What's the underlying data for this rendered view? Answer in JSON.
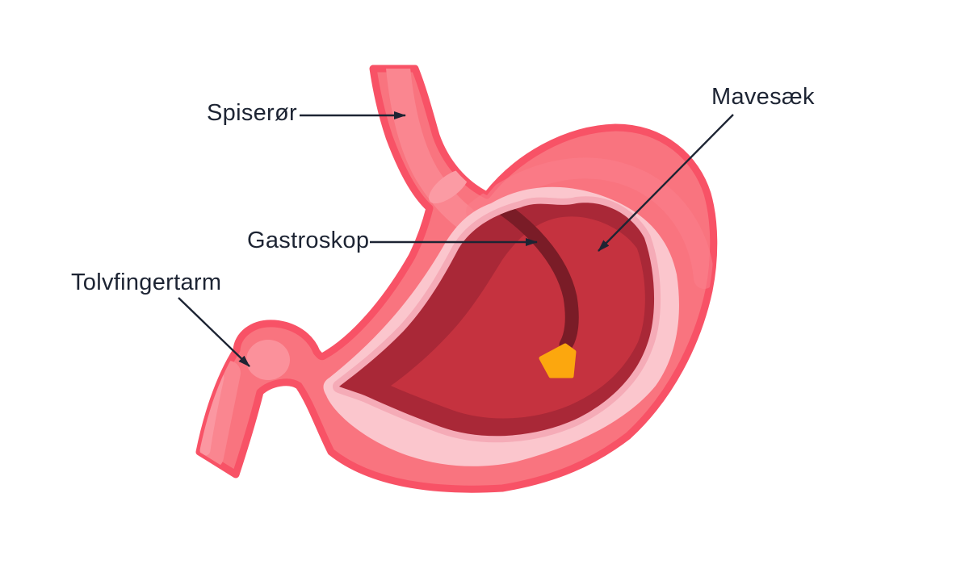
{
  "figure": {
    "type": "medical-illustration",
    "subject": "gastroscopy-of-stomach",
    "background": "#FFFFFF"
  },
  "labels": {
    "spiseror": "Spiserør",
    "mavesaek": "Mavesæk",
    "gastroskop": "Gastroskop",
    "tolvfingertarm": "Tolvfingertarm"
  },
  "palette": {
    "wall_pink": "#F9747F",
    "wall_rim": "#F85266",
    "wall_highlight": "#FA8690",
    "wall_highlight_light": "#FB9BA4",
    "bulge_highlight": "#FB919B",
    "lining_pink": "#FBC6CD",
    "lining_inner_band": "#F5ABB7",
    "cavity_dark": "#A92837",
    "cavity_red": "#C5323F",
    "gastroscope_tube": "#7A1C27",
    "gastroscope_light": "#FCA70E",
    "annotation": "#1D2433"
  }
}
